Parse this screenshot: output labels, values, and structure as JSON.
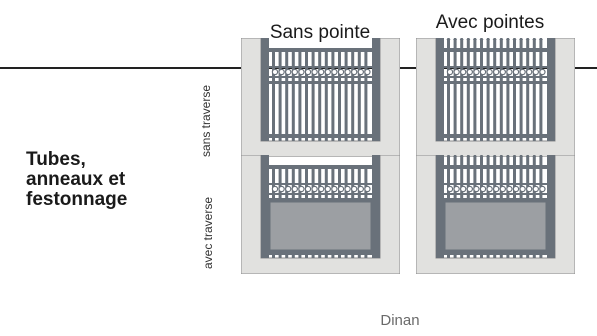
{
  "columns": [
    "Sans pointe",
    "Avec pointes"
  ],
  "rows": [
    "sans traverse",
    "avec traverse"
  ],
  "row_group_lines": [
    "Tubes,",
    "anneaux et",
    "festonnage"
  ],
  "caption": "Dinan",
  "cells": [
    {
      "row": "sans traverse",
      "column": "Sans pointe",
      "pointes": false,
      "traverse": false
    },
    {
      "row": "sans traverse",
      "column": "Avec pointes",
      "pointes": true,
      "traverse": false
    },
    {
      "row": "avec traverse",
      "column": "Sans pointe",
      "pointes": false,
      "traverse": true
    },
    {
      "row": "avec traverse",
      "column": "Avec pointes",
      "pointes": true,
      "traverse": true
    }
  ],
  "colors": {
    "wall_fill": "#e1e1df",
    "wall_stroke": "#8c8c8c",
    "gate": "#69717a",
    "panel": "#9c9fa3",
    "caption": "#6a6a6a"
  }
}
